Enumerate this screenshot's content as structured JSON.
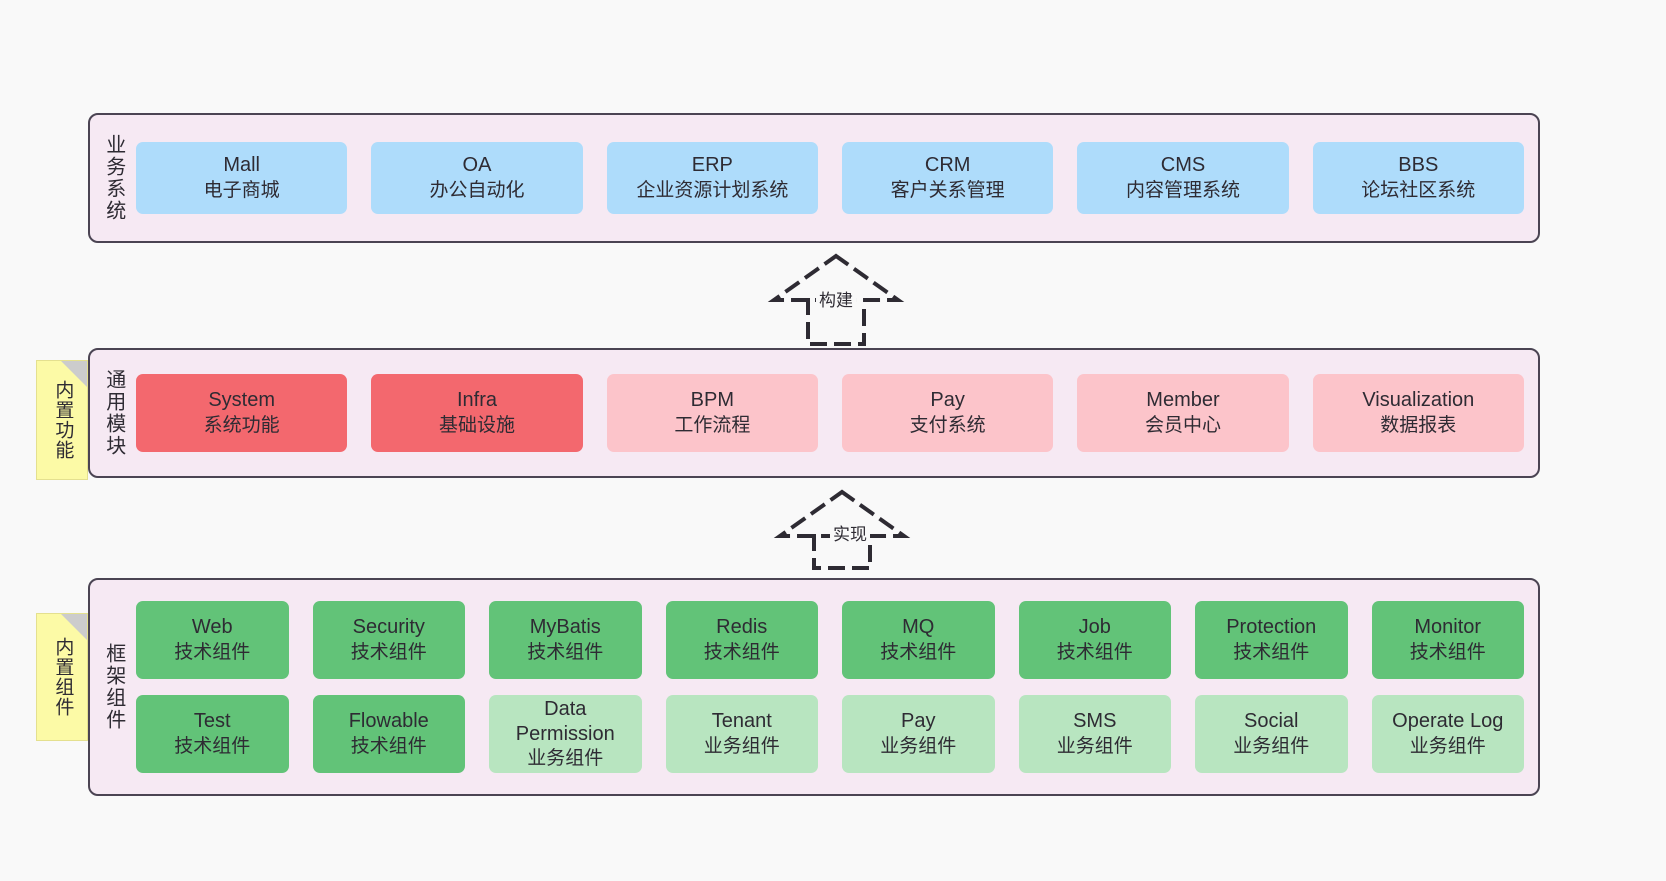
{
  "diagram": {
    "background": "#f9f9f9",
    "panel_background": "#f6e9f3",
    "panel_border": "#4b4453",
    "colors": {
      "business": "#aedcfb",
      "module_core": "#f3686e",
      "module_optional": "#fcc4ca",
      "component_tech": "#62c378",
      "component_business": "#b8e5c0",
      "note": "#fcfaa6"
    }
  },
  "notes": [
    {
      "id": "builtin-func",
      "label": "内置功能"
    },
    {
      "id": "builtin-comp",
      "label": "内置组件"
    }
  ],
  "connectors": [
    {
      "id": "build",
      "label": "构建",
      "style": "dashed-generalization"
    },
    {
      "id": "impl",
      "label": "实现",
      "style": "dashed-generalization"
    }
  ],
  "layers": [
    {
      "id": "business",
      "title": "业务系统",
      "rows": [
        [
          {
            "name": "Mall",
            "sub": "电子商城",
            "color": "c-blue"
          },
          {
            "name": "OA",
            "sub": "办公自动化",
            "color": "c-blue"
          },
          {
            "name": "ERP",
            "sub": "企业资源计划系统",
            "color": "c-blue"
          },
          {
            "name": "CRM",
            "sub": "客户关系管理",
            "color": "c-blue"
          },
          {
            "name": "CMS",
            "sub": "内容管理系统",
            "color": "c-blue"
          },
          {
            "name": "BBS",
            "sub": "论坛社区系统",
            "color": "c-blue"
          }
        ]
      ]
    },
    {
      "id": "common",
      "title": "通用模块",
      "rows": [
        [
          {
            "name": "System",
            "sub": "系统功能",
            "color": "c-red"
          },
          {
            "name": "Infra",
            "sub": "基础设施",
            "color": "c-red"
          },
          {
            "name": "BPM",
            "sub": "工作流程",
            "color": "c-pink"
          },
          {
            "name": "Pay",
            "sub": "支付系统",
            "color": "c-pink"
          },
          {
            "name": "Member",
            "sub": "会员中心",
            "color": "c-pink"
          },
          {
            "name": "Visualization",
            "sub": "数据报表",
            "color": "c-pink"
          }
        ]
      ]
    },
    {
      "id": "framework",
      "title": "框架组件",
      "rows": [
        [
          {
            "name": "Web",
            "sub": "技术组件",
            "color": "c-green"
          },
          {
            "name": "Security",
            "sub": "技术组件",
            "color": "c-green"
          },
          {
            "name": "MyBatis",
            "sub": "技术组件",
            "color": "c-green"
          },
          {
            "name": "Redis",
            "sub": "技术组件",
            "color": "c-green"
          },
          {
            "name": "MQ",
            "sub": "技术组件",
            "color": "c-green"
          },
          {
            "name": "Job",
            "sub": "技术组件",
            "color": "c-green"
          },
          {
            "name": "Protection",
            "sub": "技术组件",
            "color": "c-green"
          },
          {
            "name": "Monitor",
            "sub": "技术组件",
            "color": "c-green"
          }
        ],
        [
          {
            "name": "Test",
            "sub": "技术组件",
            "color": "c-green"
          },
          {
            "name": "Flowable",
            "sub": "技术组件",
            "color": "c-green"
          },
          {
            "name": "Data Permission",
            "sub": "业务组件",
            "color": "c-greenlight",
            "wrap": true
          },
          {
            "name": "Tenant",
            "sub": "业务组件",
            "color": "c-greenlight"
          },
          {
            "name": "Pay",
            "sub": "业务组件",
            "color": "c-greenlight"
          },
          {
            "name": "SMS",
            "sub": "业务组件",
            "color": "c-greenlight"
          },
          {
            "name": "Social",
            "sub": "业务组件",
            "color": "c-greenlight"
          },
          {
            "name": "Operate Log",
            "sub": "业务组件",
            "color": "c-greenlight"
          }
        ]
      ]
    }
  ]
}
